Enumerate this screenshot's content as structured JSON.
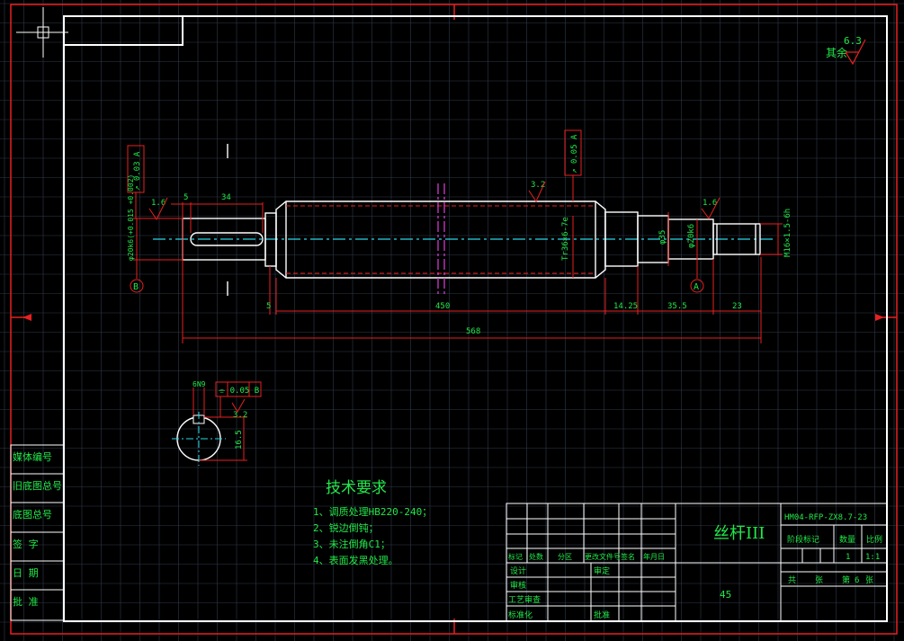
{
  "drawing": {
    "part_name": "丝杆III",
    "drawing_number": "HM04-RFP-ZX8.7-23",
    "material": "45",
    "other_roughness_label": "其余",
    "other_roughness_value": "6.3",
    "sheet_info": {
      "total": "共",
      "sheets": "张",
      "page": "第",
      "page_no": "6",
      "page_unit": "张"
    },
    "scale_values": {
      "quantity": "1",
      "scale": "1:1"
    }
  },
  "technical_requirements": {
    "title": "技术要求",
    "items": [
      "1、调质处理HB220-240；",
      "2、锐边倒钝；",
      "3、未注倒角C1；",
      "4、表面发黑处理。"
    ]
  },
  "side_labels": [
    "媒体编号",
    "旧底图总号",
    "底图总号",
    "签 字",
    "日 期",
    "批 准"
  ],
  "title_block": {
    "revision_headers": [
      "标记",
      "处数",
      "分区",
      "更改文件号",
      "签名",
      "年月日"
    ],
    "role_labels": [
      "设计",
      "审核",
      "工艺审查",
      "标准化"
    ],
    "role_labels_right": [
      "审定",
      "批准"
    ],
    "stage_headers": [
      "阶段标记",
      "数量",
      "比例"
    ]
  },
  "dimensions": {
    "overall_length": "568",
    "middle_length": "450",
    "left_step": "5",
    "left_step_bottom": "5",
    "keyway_length": "34",
    "right_step_1": "14.25",
    "right_step_2": "35.5",
    "right_end": "23",
    "left_diameter": "φ20k6(+0.015 +0.002)",
    "thread_spec": "Tr36×6-7e",
    "diameter_35": "φ35",
    "diameter_20": "φ20k6",
    "end_thread": "M16×1.5-6h",
    "key_width": "6N9",
    "key_depth": "16.5",
    "roughness_left": "1.6",
    "roughness_right": "1.6",
    "roughness_mid": "3.2",
    "roughness_section": "3.2"
  },
  "tolerances": {
    "runout_left": "↗ 0.03 A",
    "runout_mid": "↗ 0.05 A",
    "symmetry": "⌯ 0.05 B",
    "datum_a": "A",
    "datum_b": "B"
  }
}
